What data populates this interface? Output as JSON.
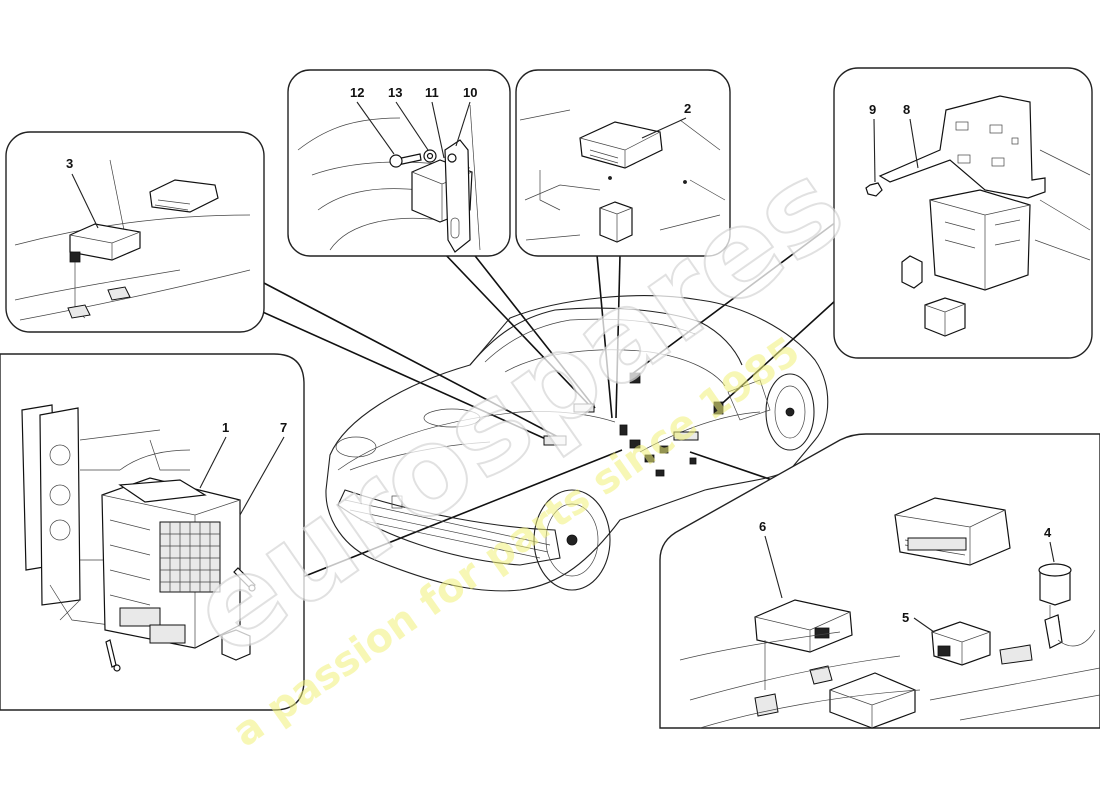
{
  "diagram": {
    "callouts": {
      "p1": "1",
      "p2": "2",
      "p3": "3",
      "p4": "4",
      "p5": "5",
      "p6": "6",
      "p7": "7",
      "p8": "8",
      "p9": "9",
      "p10": "10",
      "p11": "11",
      "p12": "12",
      "p13": "13"
    }
  },
  "watermark": {
    "brand": "eurospares",
    "tagline": "a passion for parts since 1985"
  },
  "colors": {
    "line": "#111111",
    "panel_border": "#222222",
    "watermark_text": "#f1f17a",
    "watermark_logo": "#d8d8d8"
  }
}
